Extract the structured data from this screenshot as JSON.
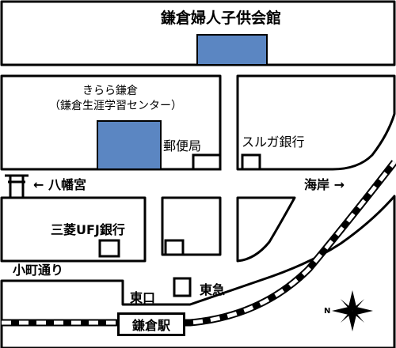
{
  "map": {
    "colors": {
      "block_fill": "#ffffff",
      "road_fill": "#ffffff",
      "outline": "#000000",
      "facility": "#5b86c2"
    },
    "labels": {
      "kamakura_womens_hall": "鎌倉婦人子供会館",
      "kirara_line1": "きらら鎌倉",
      "kirara_line2": "（鎌倉生涯学習センター）",
      "post_office": "郵便局",
      "suruga_bank": "スルガ銀行",
      "hachimangu": "← 八幡宮",
      "kaigan": "海岸 →",
      "mufg_bank": "三菱UFJ銀行",
      "komachi_dori": "小町通り",
      "east_exit": "東口",
      "tokyu": "東急",
      "kamakura_station": "鎌倉駅",
      "north": "N"
    },
    "icons": {
      "torii": "torii-gate-icon",
      "compass": "compass-rose-icon"
    }
  }
}
